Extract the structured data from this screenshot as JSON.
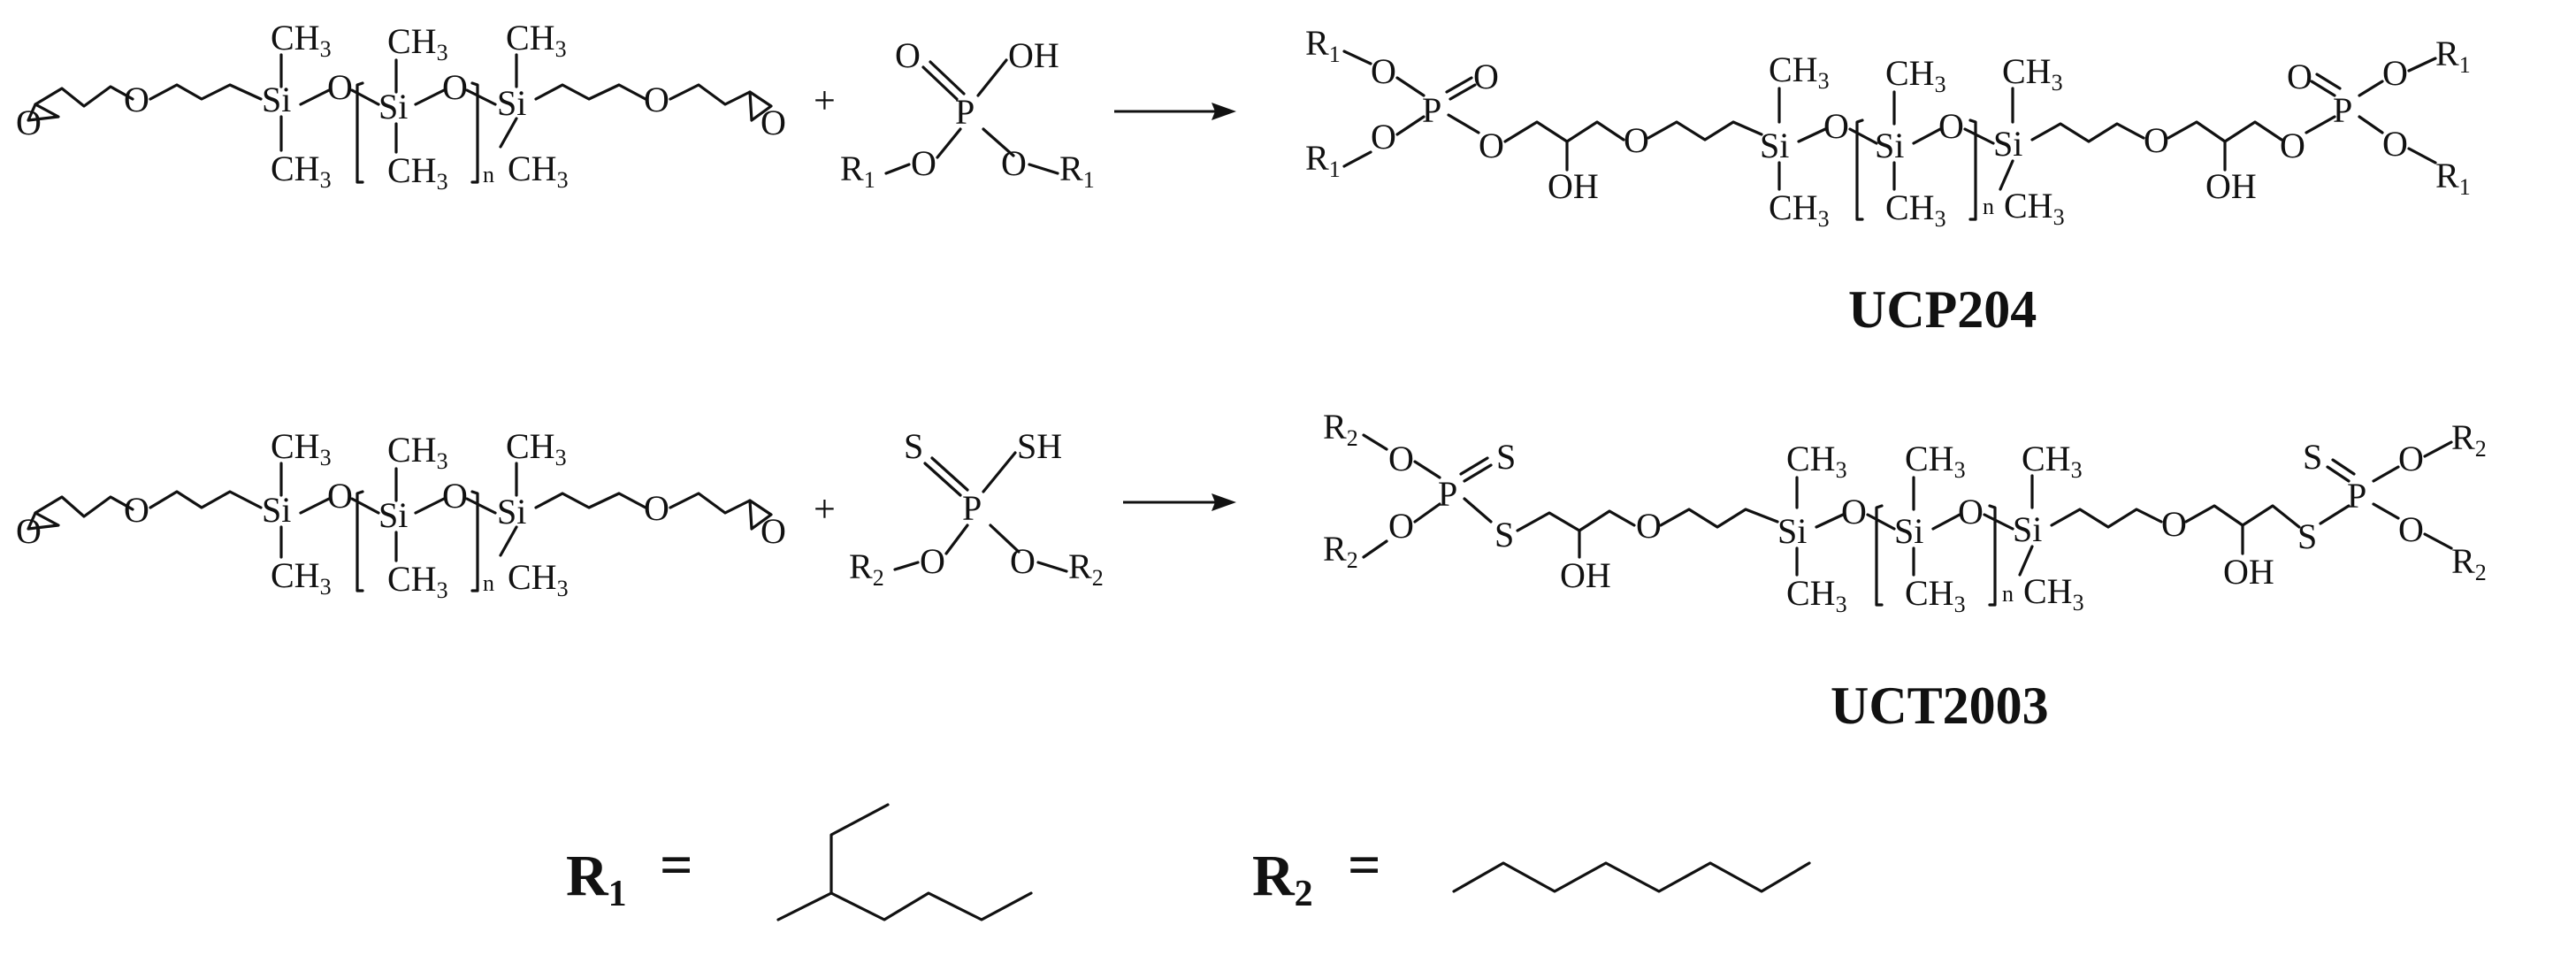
{
  "reaction1": {
    "plus": "+",
    "product_name": "UCP204",
    "reagent": {
      "O_double": "O",
      "OH": "OH",
      "P": "P",
      "R_left": "R",
      "R_left_sub": "1",
      "O_left": "O",
      "O_right": "O",
      "R_right": "R",
      "R_right_sub": "1"
    }
  },
  "reaction2": {
    "plus": "+",
    "product_name": "UCT2003",
    "reagent": {
      "S_double": "S",
      "SH": "SH",
      "P": "P",
      "R_left": "R",
      "R_left_sub": "2",
      "O_left": "O",
      "O_right": "O",
      "R_right": "R",
      "R_right_sub": "2"
    }
  },
  "definitions": {
    "r1_symbol": "R",
    "r1_sub": "1",
    "r1_equals": "=",
    "r2_symbol": "R",
    "r2_sub": "2",
    "r2_equals": "="
  },
  "atoms": {
    "O": "O",
    "Si": "Si",
    "CH": "CH",
    "three": "3",
    "n": "n",
    "P": "P",
    "S": "S",
    "OH": "OH",
    "R": "R",
    "one": "1",
    "two": "2"
  }
}
